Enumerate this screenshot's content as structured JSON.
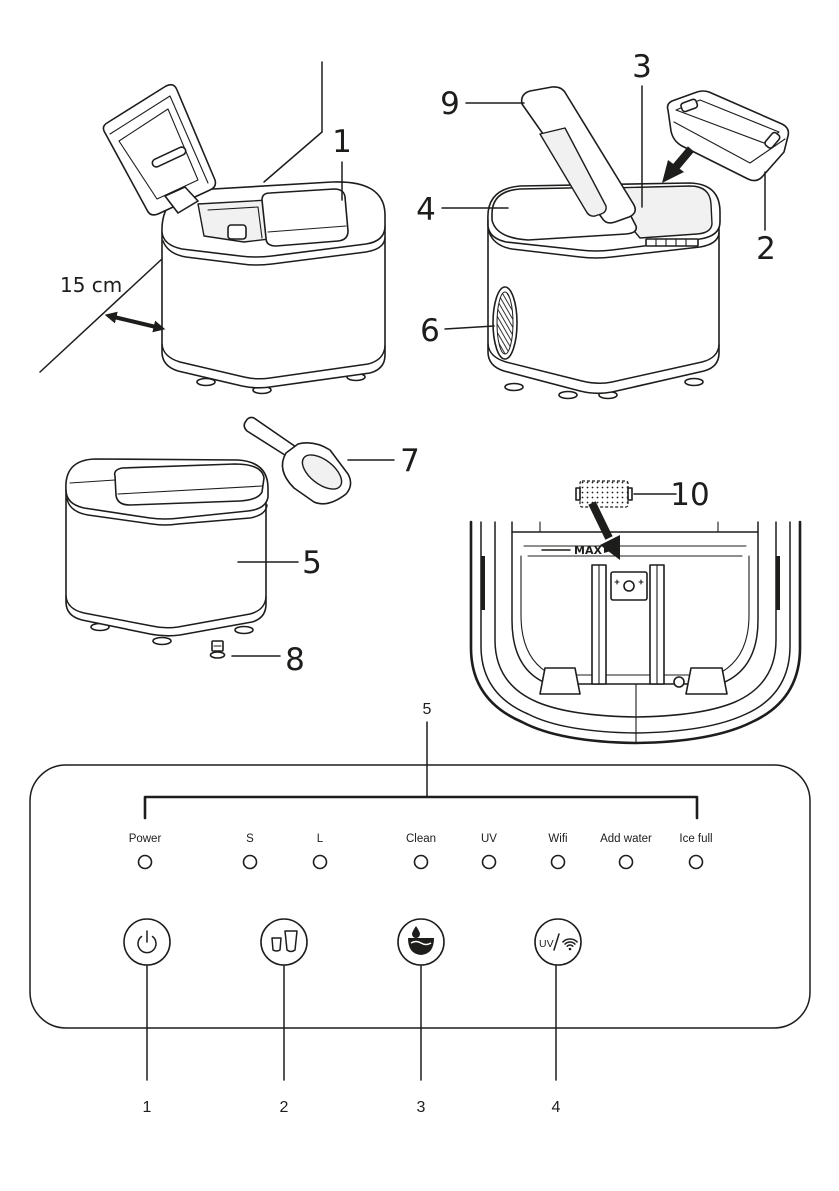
{
  "colors": {
    "line": "#1d1d1b",
    "background": "#ffffff",
    "recess": "#f1f1f1"
  },
  "figure_clearance": {
    "top_cover_callout": "1",
    "clearance_label": "15 cm"
  },
  "figure_parts": {
    "lid_callout": "9",
    "opening_callout": "3",
    "cover_callout": "4",
    "basket_callout": "2",
    "vent_callout": "6"
  },
  "figure_closed": {
    "scoop_callout": "7",
    "body_callout": "5",
    "drain_plug_callout": "8"
  },
  "figure_top_view": {
    "filter_callout": "10",
    "max_mark": "MAX"
  },
  "control_panel": {
    "callout": "5",
    "indicators": [
      "Power",
      "S",
      "L",
      "Clean",
      "UV",
      "Wifi",
      "Add water",
      "Ice full"
    ],
    "buttons": [
      {
        "icon": "power-icon",
        "callout": "1"
      },
      {
        "icon": "cup-size-icon",
        "callout": "2"
      },
      {
        "icon": "clean-icon",
        "callout": "3"
      },
      {
        "icon": "uv-wifi-icon",
        "text": "UV",
        "callout": "4"
      }
    ]
  }
}
